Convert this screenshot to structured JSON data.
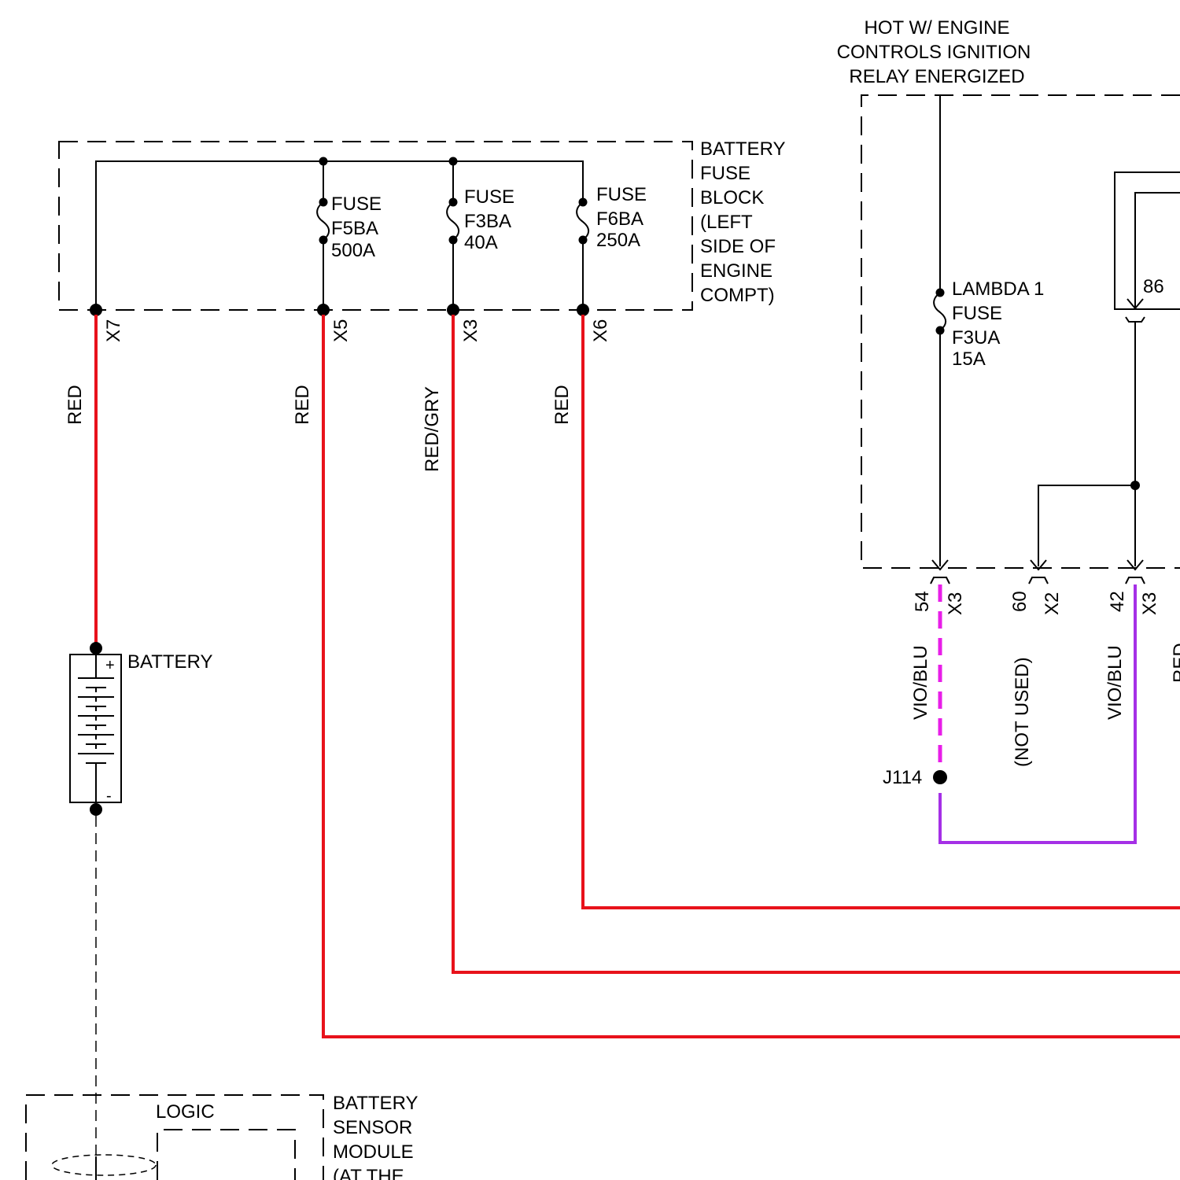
{
  "colors": {
    "red_wire": "#e8121b",
    "violet_wire": "#a530e6",
    "magenta_wire": "#e81ee8",
    "line": "#000000"
  },
  "fuse_block": {
    "label_lines": [
      "BATTERY",
      "FUSE",
      "BLOCK",
      "(LEFT",
      "SIDE OF",
      "ENGINE",
      "COMPT)"
    ],
    "fuses": [
      {
        "lines": [
          "FUSE",
          "F5BA",
          "500A"
        ]
      },
      {
        "lines": [
          "FUSE",
          "F3BA",
          "40A"
        ]
      },
      {
        "lines": [
          "FUSE",
          "F6BA",
          "250A"
        ]
      }
    ],
    "connectors": [
      "X7",
      "X5",
      "X3",
      "X6"
    ],
    "wire_colors": [
      "RED",
      "RED",
      "RED/GRY",
      "RED"
    ]
  },
  "battery": {
    "label": "BATTERY",
    "plus": "+",
    "minus": "-"
  },
  "sensor_module": {
    "label_lines": [
      "BATTERY",
      "SENSOR",
      "MODULE",
      "(AT THE"
    ],
    "logic_label": "LOGIC"
  },
  "hot_label_lines": [
    "HOT W/ ENGINE",
    "CONTROLS IGNITION",
    "RELAY ENERGIZED"
  ],
  "lambda_fuse": {
    "lines": [
      "LAMBDA 1",
      "FUSE",
      "F3UA",
      "15A"
    ]
  },
  "relay_pin": "86",
  "pcm_pins": [
    {
      "pin": "54",
      "connector": "X3",
      "wire": "VIO/BLU"
    },
    {
      "pin": "60",
      "connector": "X2",
      "wire": "(NOT USED)"
    },
    {
      "pin": "42",
      "connector": "X3",
      "wire": "VIO/BLU"
    }
  ],
  "partial_wire_label": "RED",
  "splice": "J114"
}
